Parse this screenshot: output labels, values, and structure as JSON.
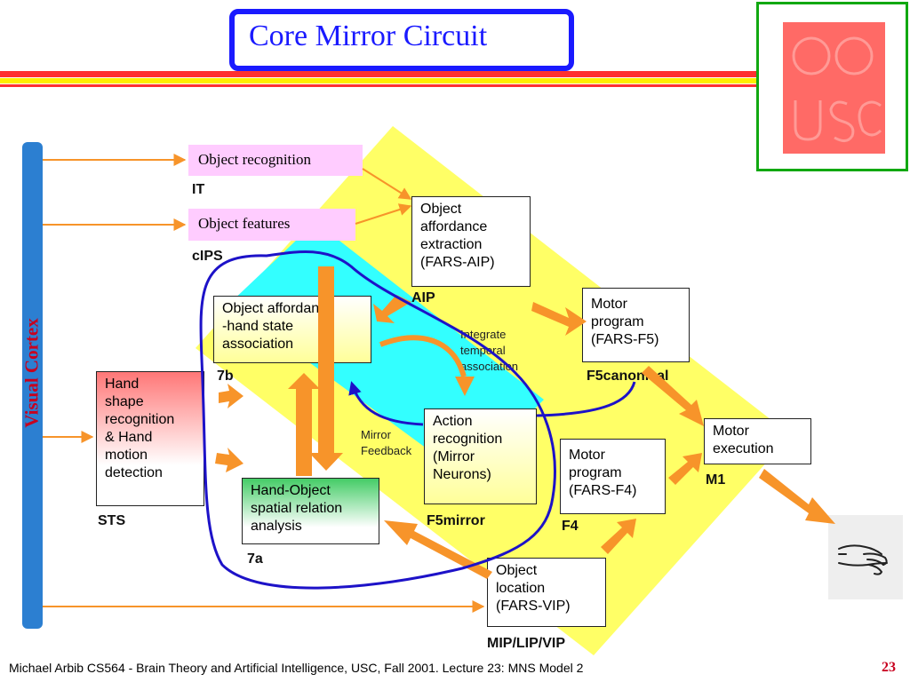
{
  "title": "Core Mirror Circuit",
  "logo": {
    "text": "USC",
    "colors": {
      "frame": "#11a811",
      "tile": "#ff6a66"
    }
  },
  "side_label": "Visual Cortex",
  "nodes": {
    "object_recognition": {
      "lines": [
        "Object recognition"
      ],
      "region": "IT"
    },
    "object_features": {
      "lines": [
        "Object features"
      ],
      "region": "cIPS"
    },
    "affordance_extraction": {
      "lines": [
        "Object",
        "affordance",
        "extraction",
        "(FARS-AIP)"
      ],
      "region": "AIP"
    },
    "motor_program_f5": {
      "lines": [
        "Motor",
        "program",
        "(FARS-F5)"
      ],
      "region": "F5canonical"
    },
    "affordance_hand_state": {
      "lines": [
        "Object affordance",
        "-hand state",
        "association"
      ],
      "region": "7b"
    },
    "hand_shape": {
      "lines": [
        "Hand",
        "shape",
        "recognition",
        "& Hand",
        "motion",
        "detection"
      ],
      "region": "STS"
    },
    "action_recognition": {
      "lines": [
        "Action",
        "recognition",
        "(Mirror",
        "Neurons)"
      ],
      "region": "F5mirror"
    },
    "motor_program_f4": {
      "lines": [
        "Motor",
        "program",
        "(FARS-F4)"
      ],
      "region": "F4"
    },
    "motor_execution": {
      "lines": [
        "Motor",
        "execution"
      ],
      "region": "M1"
    },
    "hand_object_spatial": {
      "lines": [
        "Hand-Object",
        "spatial relation",
        "analysis"
      ],
      "region": "7a"
    },
    "object_location": {
      "lines": [
        "Object",
        "location",
        "(FARS-VIP)"
      ],
      "region": "MIP/LIP/VIP"
    }
  },
  "annotations": {
    "integrate": [
      "Integrate",
      "temporal",
      "association"
    ],
    "mirror_feedback": [
      "Mirror",
      "Feedback"
    ]
  },
  "hand_icon": "hand-grasp-icon",
  "footer": "Michael Arbib CS564 - Brain Theory and Artificial Intelligence,  USC, Fall 2001. Lecture 23: MNS Model 2",
  "page_number": "23",
  "colors": {
    "title_blue": "#1a1aff",
    "cortex_bar": "#2c7fd1",
    "yellow_band": "#ffff66",
    "cyan_band": "#33ffff",
    "arrow_orange": "#f7942a",
    "loop_blue": "#1d12c8",
    "label_red": "#c8001e"
  }
}
